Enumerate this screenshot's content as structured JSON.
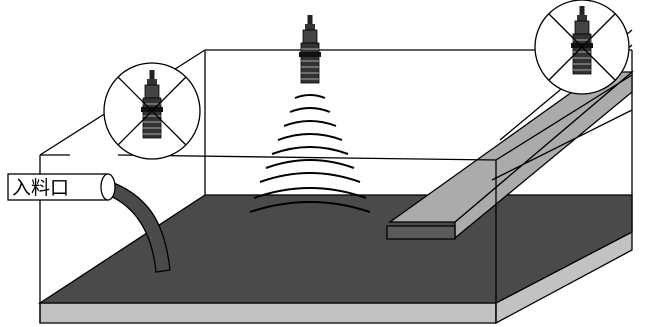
{
  "inlet": {
    "label": "入料口"
  },
  "sensors": [
    {
      "name": "sensor-left",
      "crossed_out": true
    },
    {
      "name": "sensor-center",
      "crossed_out": false
    },
    {
      "name": "sensor-right",
      "crossed_out": true
    }
  ],
  "colors": {
    "material_surface": "#4a4a4a",
    "tank_bottom": "#c2c2c2",
    "beam": "#ababab",
    "outline": "#000000",
    "background": "#ffffff"
  }
}
